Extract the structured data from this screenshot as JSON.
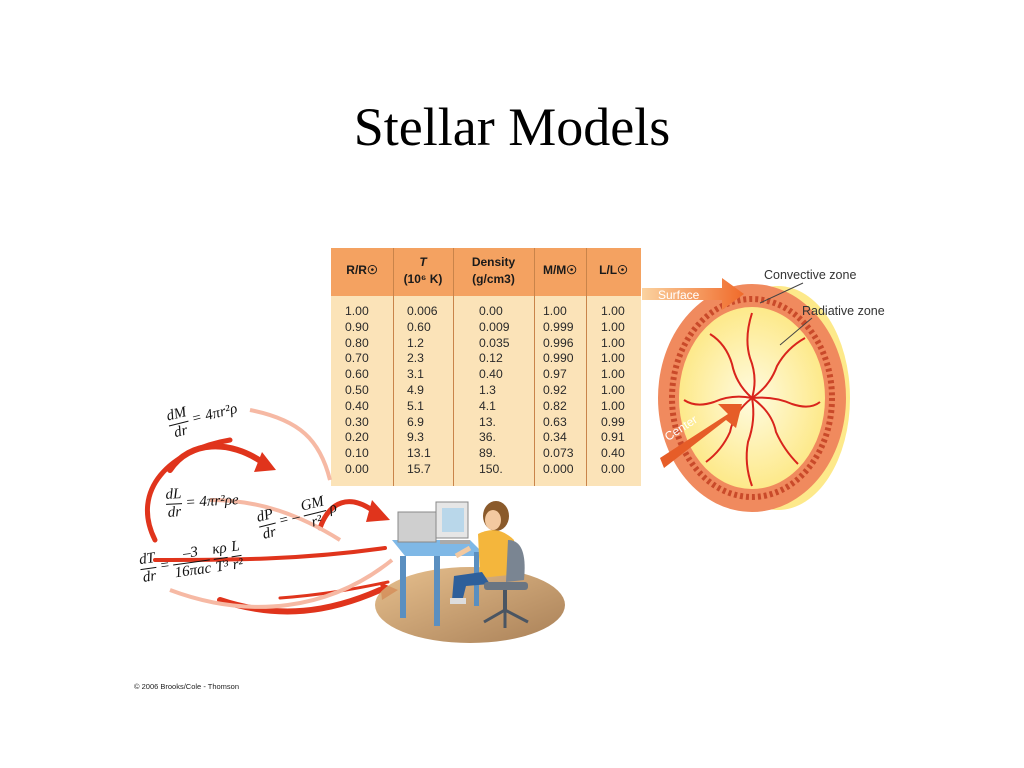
{
  "slide": {
    "title": "Stellar Models",
    "copyright": "© 2006 Brooks/Cole - Thomson"
  },
  "table": {
    "headers": {
      "r": "R/R☉",
      "t_top": "T",
      "t_bottom": "(10⁶ K)",
      "density_top": "Density",
      "density_bottom": "(g/cm3)",
      "m": "M/M☉",
      "l": "L/L☉"
    },
    "columns": {
      "r": [
        "1.00",
        "0.90",
        "0.80",
        "0.70",
        "0.60",
        "0.50",
        "0.40",
        "0.30",
        "0.20",
        "0.10",
        "0.00"
      ],
      "t": [
        "0.006",
        "0.60",
        "1.2",
        "2.3",
        "3.1",
        "4.9",
        "5.1",
        "6.9",
        "9.3",
        "13.1",
        "15.7"
      ],
      "density": [
        "0.00",
        "0.009",
        "0.035",
        "0.12",
        "0.40",
        "1.3",
        "4.1",
        "13.",
        "36.",
        "89.",
        "150."
      ],
      "m": [
        "1.00",
        "0.999",
        "0.996",
        "0.990",
        "0.97",
        "0.92",
        "0.82",
        "0.63",
        "0.34",
        "0.073",
        "0.000"
      ],
      "l": [
        "1.00",
        "1.00",
        "1.00",
        "1.00",
        "1.00",
        "1.00",
        "1.00",
        "0.99",
        "0.91",
        "0.40",
        "0.00"
      ]
    }
  },
  "equations": {
    "dm": {
      "num": "dM",
      "den": "dr",
      "rhs": "= 4πr²ρ"
    },
    "dl": {
      "num": "dL",
      "den": "dr",
      "rhs": "= 4πr²ρe"
    },
    "dp": {
      "num": "dP",
      "den": "dr",
      "mid": "= –",
      "num2": "GM",
      "den2": "r²",
      "tail": "ρ"
    },
    "dt": {
      "num": "dT",
      "den": "dr",
      "mid": "=",
      "num2": "–3",
      "den2": "16πac",
      "num3": "κρ",
      "den3": "T³",
      "num4": "L",
      "den4": "r²"
    }
  },
  "diagram": {
    "convective": "Convective zone",
    "radiative": "Radiative zone",
    "surface": "Surface",
    "center": "Center"
  },
  "colors": {
    "table_header": "#f4a261",
    "table_body": "#fbe3b8",
    "arrow_red": "#e0341c",
    "star_yellow": "#fde98a"
  }
}
